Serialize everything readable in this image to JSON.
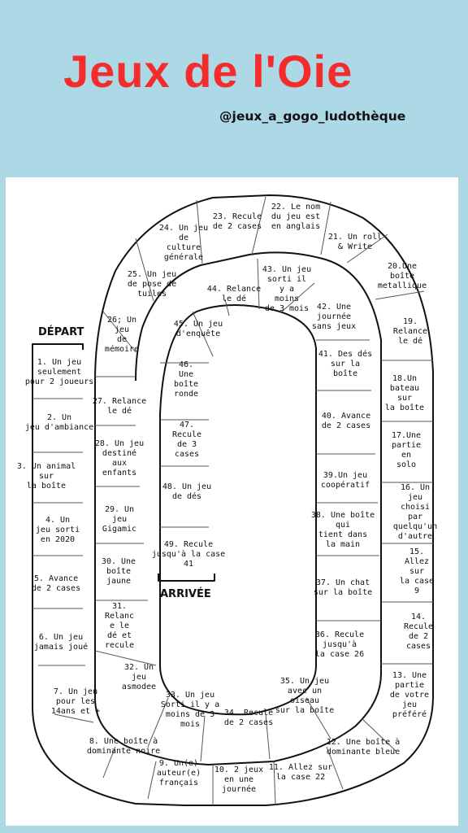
{
  "title": "Jeux de l'Oie",
  "handle": "@jeux_a_gogo_ludothèque",
  "board": {
    "start_label": "DÉPART",
    "end_label": "ARRIVÉE",
    "cells": [
      {
        "n": "1",
        "text": "1. Un jeu\nseulement\npour 2 joueurs"
      },
      {
        "n": "2",
        "text": "2. Un\njeu d'ambiance"
      },
      {
        "n": "3",
        "text": "3. Un animal\nsur\nla boîte"
      },
      {
        "n": "4",
        "text": "4.  Un\njeu sorti\nen 2020"
      },
      {
        "n": "5",
        "text": "5. Avance\nde 2 cases"
      },
      {
        "n": "6",
        "text": "6. Un jeu\njamais joué"
      },
      {
        "n": "7",
        "text": "7. Un jeu\npour les\n14ans et +"
      },
      {
        "n": "8",
        "text": "8. Une boîte à\ndominante noire"
      },
      {
        "n": "9",
        "text": "9. Un(e)\nauteur(e)\nfrançais"
      },
      {
        "n": "10",
        "text": "10. 2 jeux\nen une\njournée"
      },
      {
        "n": "11",
        "text": "11. Allez sur\nla case 22"
      },
      {
        "n": "12",
        "text": "12. Une boîte à\ndominante bleue"
      },
      {
        "n": "13",
        "text": "13. Une partie\nde votre\njeu préféré"
      },
      {
        "n": "14",
        "text": "14. Recule\nde 2 cases"
      },
      {
        "n": "15",
        "text": "15. Allez sur\nla case 9"
      },
      {
        "n": "16",
        "text": "16. Un jeu\nchoisi\npar\nquelqu'un\nd'autre"
      },
      {
        "n": "17",
        "text": "17.Une\npartie\nen\nsolo"
      },
      {
        "n": "18",
        "text": "18.Un\nbateau\nsur\nla boîte"
      },
      {
        "n": "19",
        "text": "19. Relance\nle dé"
      },
      {
        "n": "20",
        "text": "20.Une boîte\nmetallique"
      },
      {
        "n": "21",
        "text": "21. Un roll\n& Write"
      },
      {
        "n": "22",
        "text": "22. Le nom\ndu jeu est\nen anglais"
      },
      {
        "n": "23",
        "text": "23. Recule\nde 2 cases"
      },
      {
        "n": "24",
        "text": "24. Un jeu\nde\nculture\ngénérale"
      },
      {
        "n": "25",
        "text": "25. Un jeu\nde pose de\ntuiles"
      },
      {
        "n": "26",
        "text": "26; Un\njeu\nde\nmémoire"
      },
      {
        "n": "27",
        "text": "27. Relance\nle dé"
      },
      {
        "n": "28",
        "text": "28. Un jeu\ndestiné\naux\nenfants"
      },
      {
        "n": "29",
        "text": "29. Un\njeu\nGigamic"
      },
      {
        "n": "30",
        "text": "30. Une\nboîte\njaune"
      },
      {
        "n": "31",
        "text": "31.\nRelanc\ne le\ndé et\nrecule"
      },
      {
        "n": "32",
        "text": "32. Un\njeu\nasmodee"
      },
      {
        "n": "33",
        "text": "33. Un jeu\nSorti il y a\nmoins de 3\nmois"
      },
      {
        "n": "34",
        "text": "34. Recule\nde 2 cases"
      },
      {
        "n": "35",
        "text": "35. Un jeu\navec un\noiseau\nsur la boîte"
      },
      {
        "n": "36",
        "text": "36. Recule\njusqu'à\nla case 26"
      },
      {
        "n": "37",
        "text": "37. Un chat\nsur la boîte"
      },
      {
        "n": "38",
        "text": "38. Une boîte\nqui\ntient dans\nla main"
      },
      {
        "n": "39",
        "text": "39.Un jeu\ncoopératif"
      },
      {
        "n": "40",
        "text": "40. Avance\nde 2 cases"
      },
      {
        "n": "41",
        "text": "41. Des dés\nsur la\nboîte"
      },
      {
        "n": "42",
        "text": "42. Une\njournée\nsans jeux"
      },
      {
        "n": "43",
        "text": "43. Un jeu\nsorti il\ny a\nmoins\nde 3 mois"
      },
      {
        "n": "44",
        "text": "44. Relance\nle dé"
      },
      {
        "n": "45",
        "text": "45. Un jeu\nd'enquête"
      },
      {
        "n": "46",
        "text": "46.\nUne\nboîte\nronde"
      },
      {
        "n": "47",
        "text": "47.\nRecule\nde 3\ncases"
      },
      {
        "n": "48",
        "text": "48. Un jeu\nde dés"
      },
      {
        "n": "49",
        "text": "49. Recule\njusqu'à la case\n41"
      }
    ]
  }
}
